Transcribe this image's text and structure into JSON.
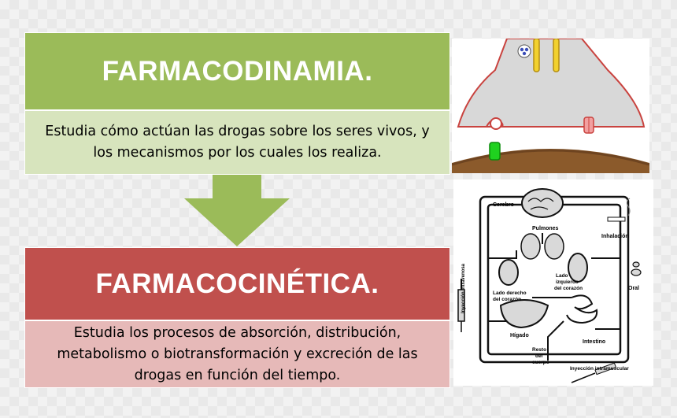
{
  "top": {
    "title": "FARMACODINAMIA.",
    "description_lines": [
      "Estudia cómo actúan las drogas sobre los seres vivos, y",
      "los mecanismos por los cuales los realiza."
    ]
  },
  "bottom": {
    "title": "FARMACOCINÉTICA.",
    "description_lines": [
      "Estudia los procesos de absorción, distribución,",
      "metabolismo o biotransformación  y excreción de las",
      "drogas en función del tiempo."
    ]
  },
  "circulation_labels": {
    "cerebro": "Cerebro",
    "pulmones": "Pulmones",
    "inhalacion": "Inhalación",
    "lado_izq_1": "Lado",
    "lado_izq_2": "izquierdo",
    "lado_izq_3": "del corazón",
    "lado_der_1": "Lado derecho",
    "lado_der_2": "del corazón",
    "oral": "Oral",
    "higado": "Hígado",
    "intestino": "Intestino",
    "resto_1": "Resto",
    "resto_2": "del",
    "resto_3": "cuerpo",
    "inyeccion_iv": "Inyección intravenosa",
    "inyeccion_im": "Inyección intramuscular"
  },
  "colors": {
    "green_title": "#9bbb59",
    "green_desc": "#d7e4bd",
    "red_title": "#c0504d",
    "red_desc": "#e6b9b8",
    "arrow": "#9bbb59"
  }
}
